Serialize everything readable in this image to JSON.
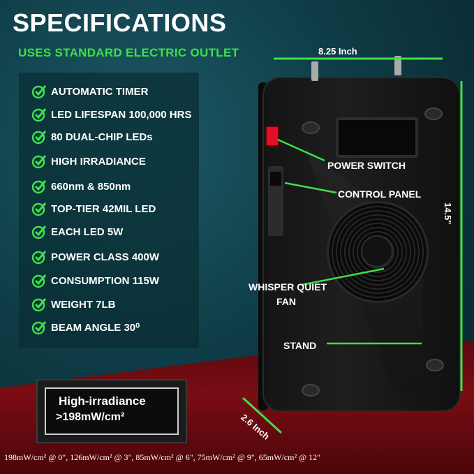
{
  "header": {
    "title": "SPECIFICATIONS",
    "subtitle": "USES STANDARD ELECTRIC OUTLET"
  },
  "specs": [
    "AUTOMATIC TIMER",
    "LED LIFESPAN 100,000 HRS",
    "80 DUAL-CHIP LEDs",
    "HIGH IRRADIANCE",
    "660nm & 850nm",
    "TOP-TIER 42MIL LED",
    "EACH LED 5W",
    "POWER CLASS 400W",
    "CONSUMPTION 115W",
    " WEIGHT 7LB",
    "BEAM ANGLE 30⁰"
  ],
  "callouts": {
    "power_switch": "POWER SWITCH",
    "control_panel": "CONTROL PANEL",
    "fan_line1": "WHISPER QUIET",
    "fan_line2": "FAN",
    "stand": "STAND"
  },
  "dimensions": {
    "width": "8.25 Inch",
    "height": "14.5\"",
    "depth": "2.6 Inch"
  },
  "irradiance": {
    "line1": "High-irradiance",
    "line2": ">198mW/cm²"
  },
  "footnote": "198mW/cm² @ 0\", 126mW/cm² @ 3\", 85mW/cm² @ 6\", 75mW/cm² @ 9\", 65mW/cm² @ 12\"",
  "colors": {
    "accent": "#3ee04a",
    "background": "#0f3d47",
    "floor": "#7a0d14"
  }
}
